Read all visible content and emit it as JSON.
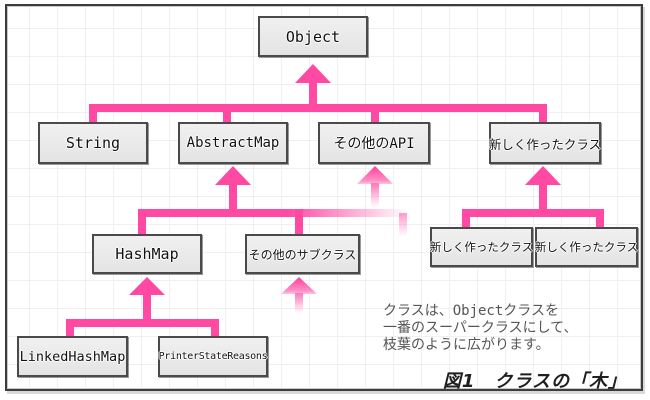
{
  "diagram": {
    "caption": "図1　クラスの「木」",
    "annotation": {
      "lines": [
        "クラスは、Objectクラスを",
        "一番のスーパークラスにして、",
        "枝葉のように広がります。"
      ]
    },
    "nodes": {
      "object": {
        "label": "Object"
      },
      "string": {
        "label": "String"
      },
      "abstract_map": {
        "label": "AbstractMap"
      },
      "other_api": {
        "label": "その他のAPI"
      },
      "new_class": {
        "label": "新しく作ったクラス"
      },
      "hash_map": {
        "label": "HashMap"
      },
      "other_subclass": {
        "label": "その他のサブクラス"
      },
      "new_class_child_1": {
        "label": "新しく作ったクラス"
      },
      "new_class_child_2": {
        "label": "新しく作ったクラス"
      },
      "linked_hash_map": {
        "label": "LinkedHashMap"
      },
      "printer_state_reasons": {
        "label": "PrinterStateReasons"
      }
    },
    "colors": {
      "connector_pink": "#ff49a3",
      "node_fill": "#e9e9e9",
      "node_border": "#4a4a4a",
      "annotation_text": "#565656",
      "caption_text": "#1f1f1f"
    }
  }
}
